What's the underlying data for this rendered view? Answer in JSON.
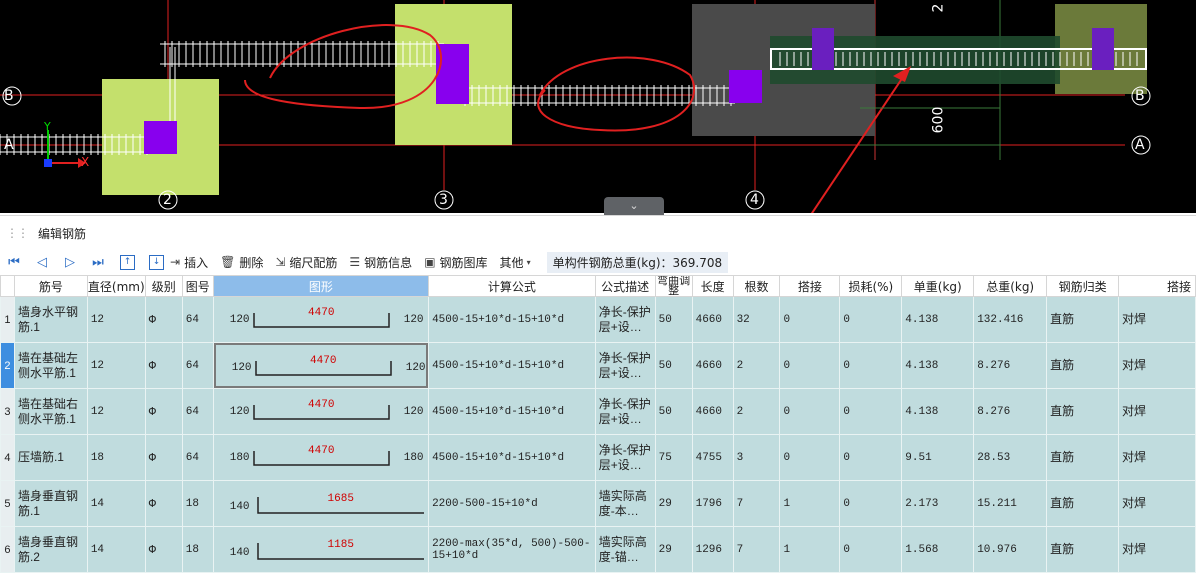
{
  "cad": {
    "axis_labels_rows": [
      "B",
      "A"
    ],
    "axis_labels_cols": [
      "2",
      "3",
      "4"
    ],
    "dim_text_top": "2",
    "dim_text_vertical": "600",
    "ucs": {
      "x_label": "X",
      "y_label": "Y"
    }
  },
  "panel": {
    "title": "编辑钢筋",
    "collapse_icon": "chevron-down-icon",
    "toolbar": {
      "insert": "插入",
      "delete": "删除",
      "scale_rebar": "缩尺配筋",
      "rebar_info": "钢筋信息",
      "rebar_library": "钢筋图库",
      "other": "其他",
      "total_weight": "单构件钢筋总重(kg)：369.708"
    }
  },
  "table": {
    "columns": {
      "bar_no": "筋号",
      "diameter": "直径(mm)",
      "grade": "级别",
      "shape_no": "图号",
      "shape": "图形",
      "formula": "计算公式",
      "formula_desc": "公式描述",
      "bend_adjust": "弯曲调整",
      "length": "长度",
      "count": "根数",
      "lap": "搭接",
      "loss": "损耗(%)",
      "unit_weight": "单重(kg)",
      "total_weight": "总重(kg)",
      "category": "钢筋归类",
      "lap_type": "搭接"
    },
    "rows": [
      {
        "num": "1",
        "name": "墙身水平钢筋.1",
        "diameter": "12",
        "grade": "Φ",
        "shape_no": "64",
        "left": "120",
        "mid": "4470",
        "right": "120",
        "formula": "4500-15+10*d-15+10*d",
        "desc": "净长-保护层+设…",
        "bend": "50",
        "length": "4660",
        "count": "32",
        "lap": "0",
        "loss": "0",
        "unit": "4.138",
        "total": "132.416",
        "category": "直筋",
        "lap_type": "对焊"
      },
      {
        "num": "2",
        "name": "墙在基础左侧水平筋.1",
        "diameter": "12",
        "grade": "Φ",
        "shape_no": "64",
        "left": "120",
        "mid": "4470",
        "right": "120",
        "formula": "4500-15+10*d-15+10*d",
        "desc": "净长-保护层+设…",
        "bend": "50",
        "length": "4660",
        "count": "2",
        "lap": "0",
        "loss": "0",
        "unit": "4.138",
        "total": "8.276",
        "category": "直筋",
        "lap_type": "对焊"
      },
      {
        "num": "3",
        "name": "墙在基础右侧水平筋.1",
        "diameter": "12",
        "grade": "Φ",
        "shape_no": "64",
        "left": "120",
        "mid": "4470",
        "right": "120",
        "formula": "4500-15+10*d-15+10*d",
        "desc": "净长-保护层+设…",
        "bend": "50",
        "length": "4660",
        "count": "2",
        "lap": "0",
        "loss": "0",
        "unit": "4.138",
        "total": "8.276",
        "category": "直筋",
        "lap_type": "对焊"
      },
      {
        "num": "4",
        "name": "压墙筋.1",
        "diameter": "18",
        "grade": "Φ",
        "shape_no": "64",
        "left": "180",
        "mid": "4470",
        "right": "180",
        "formula": "4500-15+10*d-15+10*d",
        "desc": "净长-保护层+设…",
        "bend": "75",
        "length": "4755",
        "count": "3",
        "lap": "0",
        "loss": "0",
        "unit": "9.51",
        "total": "28.53",
        "category": "直筋",
        "lap_type": "对焊"
      },
      {
        "num": "5",
        "name": "墙身垂直钢筋.1",
        "diameter": "14",
        "grade": "Φ",
        "shape_no": "18",
        "left": "140",
        "mid": "1685",
        "right": "",
        "formula": "2200-500-15+10*d",
        "desc": "墙实际高度-本…",
        "bend": "29",
        "length": "1796",
        "count": "7",
        "lap": "1",
        "loss": "0",
        "unit": "2.173",
        "total": "15.211",
        "category": "直筋",
        "lap_type": "对焊"
      },
      {
        "num": "6",
        "name": "墙身垂直钢筋.2",
        "diameter": "14",
        "grade": "Φ",
        "shape_no": "18",
        "left": "140",
        "mid": "1185",
        "right": "",
        "formula": "2200-max(35*d, 500)-500-15+10*d",
        "desc": "墙实际高度-锚…",
        "bend": "29",
        "length": "1296",
        "count": "7",
        "lap": "1",
        "loss": "0",
        "unit": "1.568",
        "total": "10.976",
        "category": "直筋",
        "lap_type": "对焊"
      }
    ]
  }
}
